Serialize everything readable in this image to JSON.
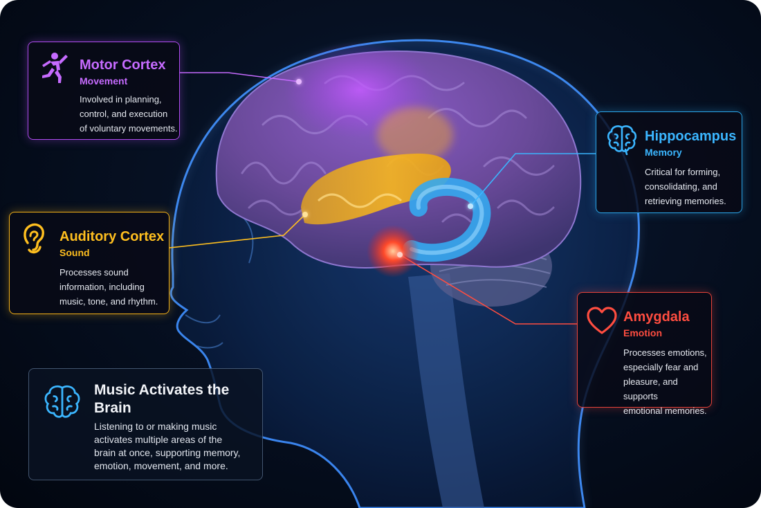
{
  "regions": {
    "motor": {
      "title": "Motor Cortex",
      "subtitle": "Movement",
      "desc": [
        "Involved in planning,",
        "control, and execution",
        "of voluntary movements."
      ],
      "color": "#c66bff",
      "icon": "dancing-person-icon"
    },
    "auditory": {
      "title": "Auditory Cortex",
      "subtitle": "Sound",
      "desc": [
        "Processes sound",
        "information, including",
        "music, tone, and rhythm."
      ],
      "color": "#ffbf1f",
      "icon": "ear-icon"
    },
    "hippocampus": {
      "title": "Hippocampus",
      "subtitle": "Memory",
      "desc": [
        "Critical for forming,",
        "consolidating, and",
        "retrieving memories."
      ],
      "color": "#3bb6ff",
      "icon": "brain-icon"
    },
    "amygdala": {
      "title": "Amygdala",
      "subtitle": "Emotion",
      "desc": [
        "Processes emotions,",
        "especially fear and",
        "pleasure, and supports",
        "emotional memories."
      ],
      "color": "#ff4d40",
      "icon": "heart-icon"
    }
  },
  "summary": {
    "title": "Music Activates the Brain",
    "desc": [
      "Listening to or making music",
      "activates multiple areas of the",
      "brain at once, supporting memory,",
      "emotion, movement, and more."
    ],
    "icon": "brain-icon"
  }
}
